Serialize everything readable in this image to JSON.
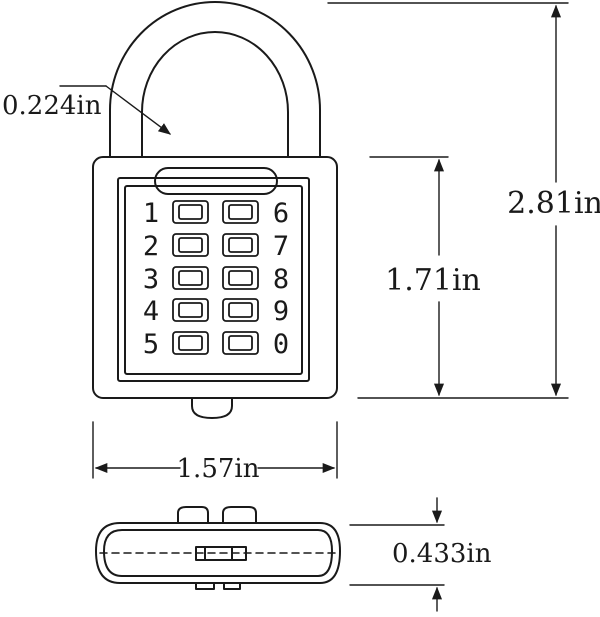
{
  "dimensions": {
    "shackle_diameter": "0.224in",
    "overall_height": "2.81in",
    "body_height": "1.71in",
    "body_width": "1.57in",
    "thickness": "0.433in"
  },
  "keypad": {
    "left_column": [
      "1",
      "2",
      "3",
      "4",
      "5"
    ],
    "right_column": [
      "6",
      "7",
      "8",
      "9",
      "0"
    ]
  },
  "colors": {
    "line": "#1a1a1a",
    "background": "#ffffff"
  }
}
